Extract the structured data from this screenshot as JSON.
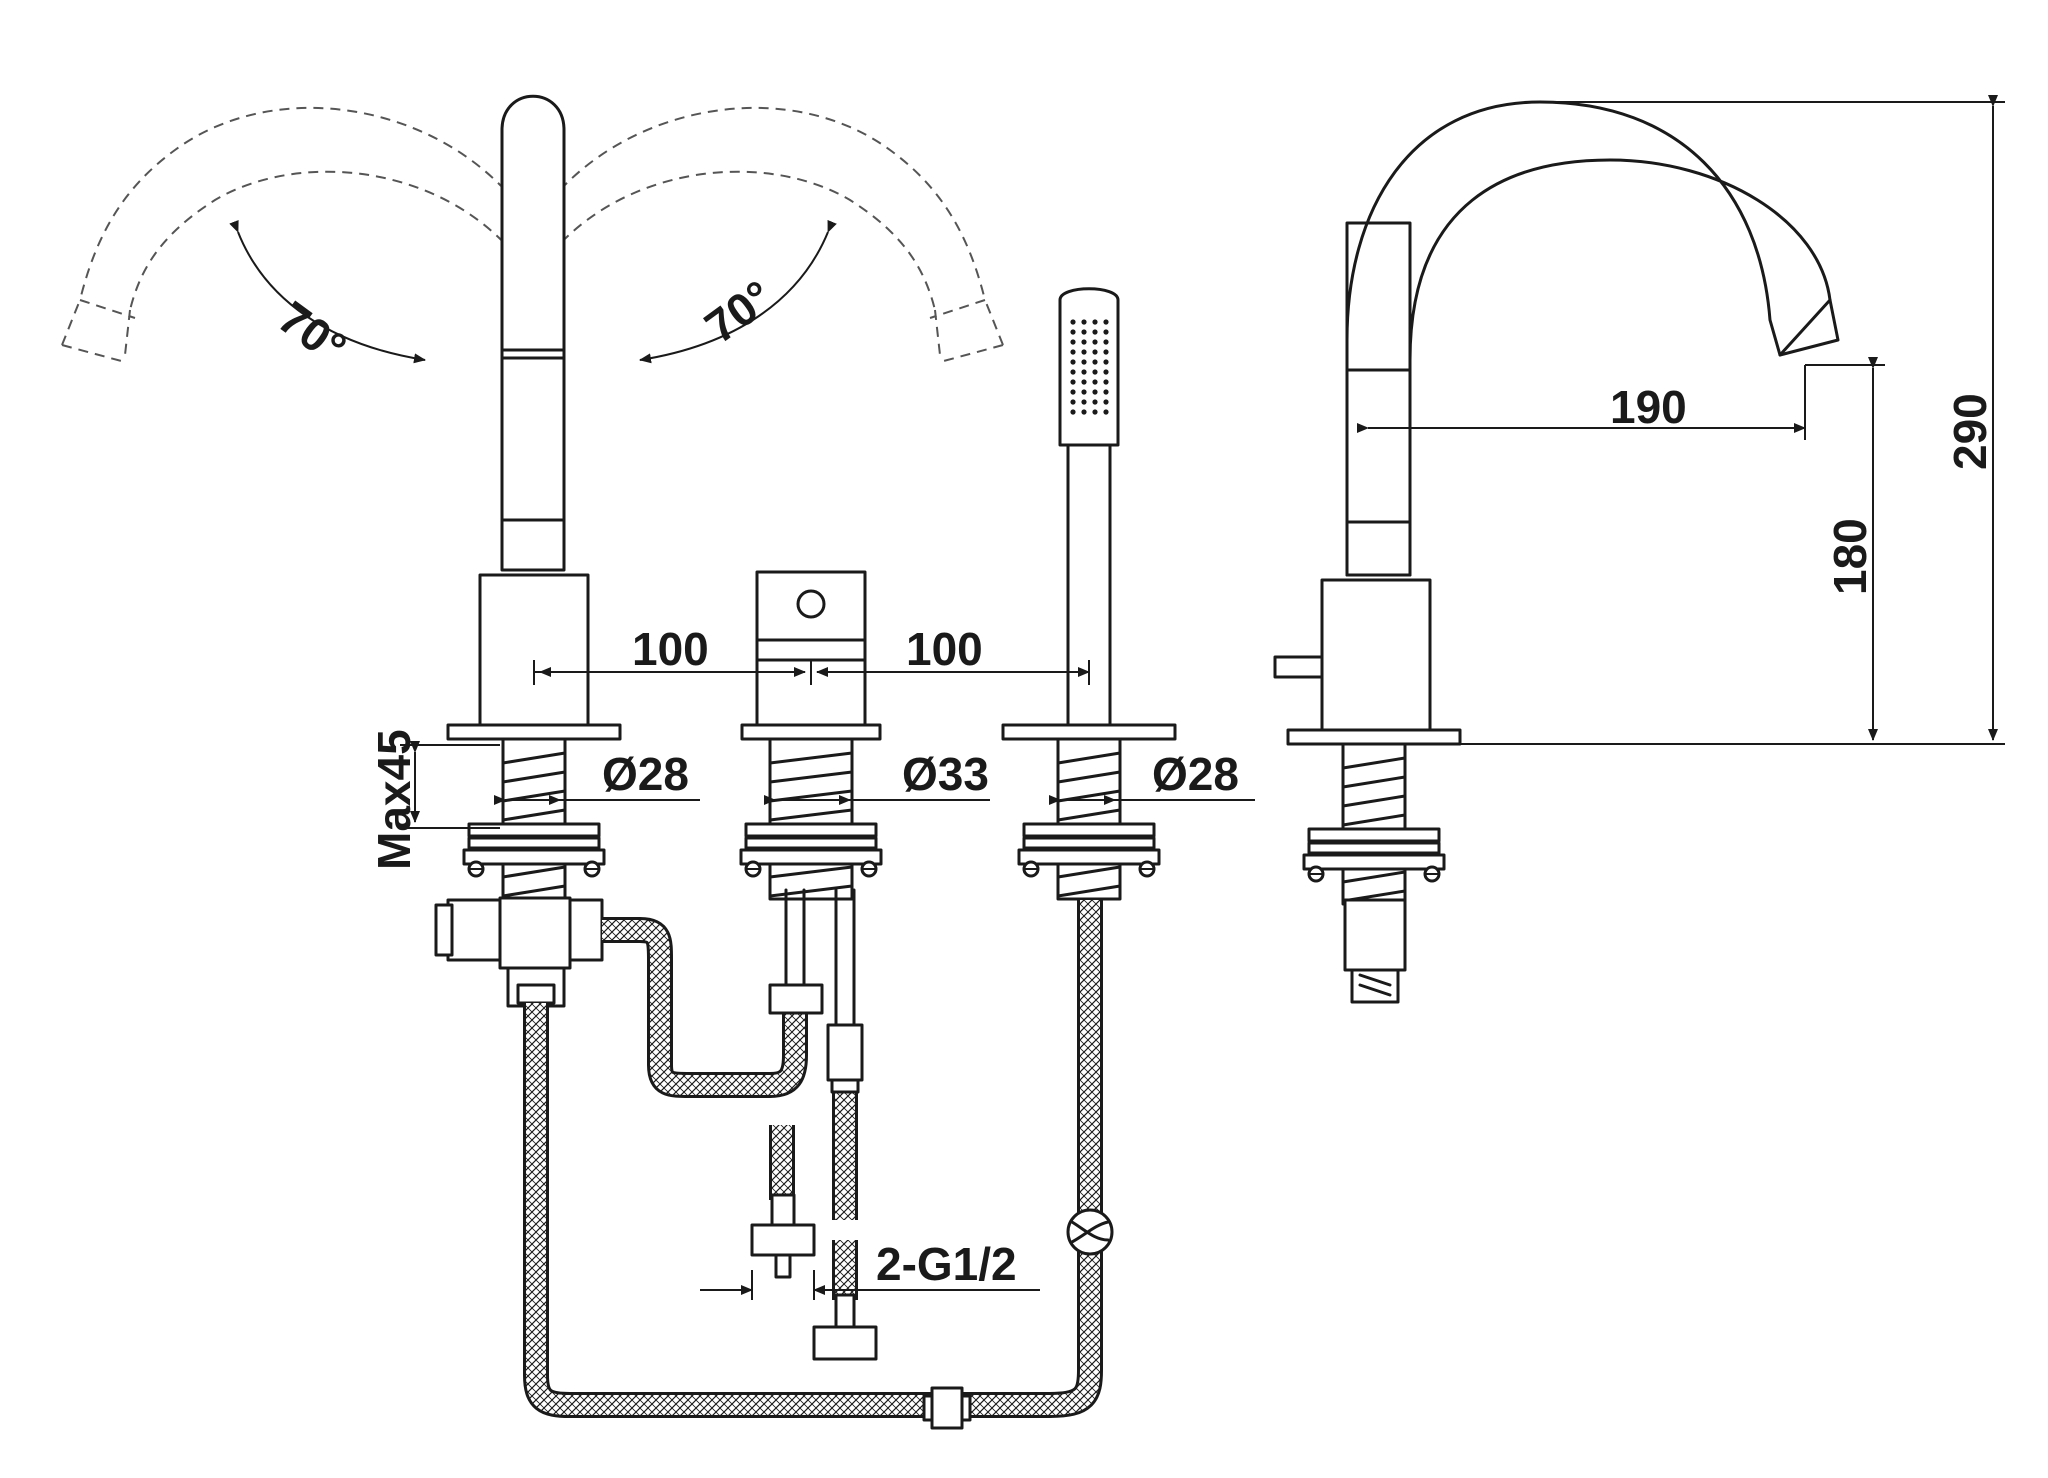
{
  "dimensions": {
    "swivel_left": "70°",
    "swivel_right": "70°",
    "spacing_left": "100",
    "spacing_right": "100",
    "diameter_left": "Ø28",
    "diameter_center": "Ø33",
    "diameter_right": "Ø28",
    "max_deck_thickness": "Max45",
    "connection": "2-G1/2",
    "spout_reach": "190",
    "spout_height": "180",
    "total_height": "290"
  },
  "colors": {
    "line": "#1a1a1a",
    "background": "#ffffff"
  }
}
